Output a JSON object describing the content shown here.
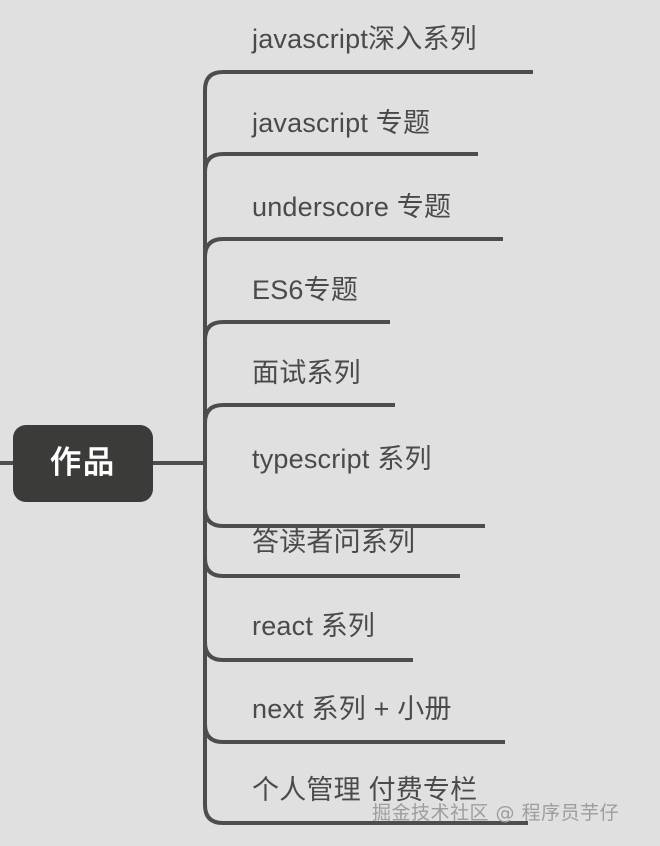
{
  "diagram": {
    "type": "mindmap",
    "title": "作品",
    "background_color": "#e0e0e0",
    "line_color": "#4d4d4d",
    "root": {
      "label": "作品",
      "fill_color": "#3b3b39",
      "text_color": "#ffffff"
    },
    "branches": [
      {
        "label": "javascript深入系列"
      },
      {
        "label": "javascript 专题"
      },
      {
        "label": "underscore 专题"
      },
      {
        "label": "ES6专题"
      },
      {
        "label": "面试系列"
      },
      {
        "label": "typescript 系列"
      },
      {
        "label": "答读者问系列"
      },
      {
        "label": "react 系列"
      },
      {
        "label": "next 系列 + 小册"
      },
      {
        "label": "个人管理 付费专栏"
      }
    ]
  },
  "watermark": {
    "text": "掘金技术社区 @ 程序员芋仔"
  }
}
